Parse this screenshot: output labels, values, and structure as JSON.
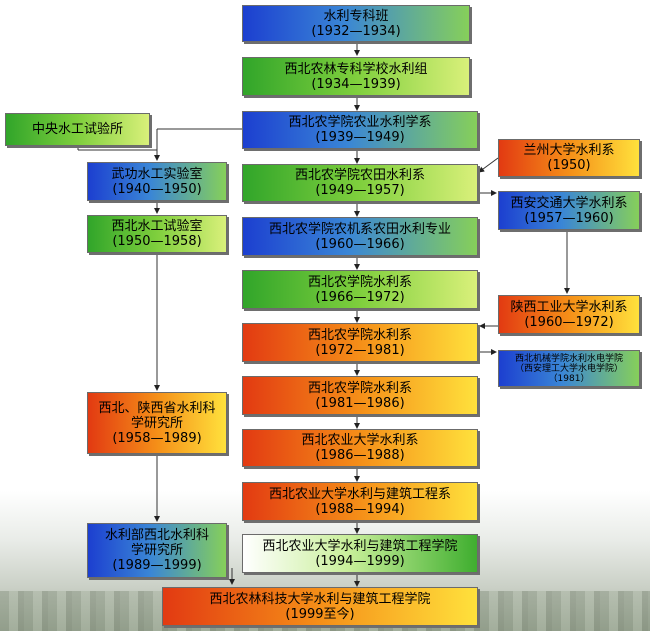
{
  "nodes": {
    "shuili_zhuanke": {
      "name": "水利专科班",
      "dates": "(1932—1934)",
      "color": "blue"
    },
    "nonglin_zhuanke": {
      "name": "西北农林专科学校水利组",
      "dates": "(1934—1939)",
      "color": "green"
    },
    "nongye_shuili_xi": {
      "name": "西北农学院农业水利学系",
      "dates": "(1939—1949)",
      "color": "blue"
    },
    "zhongyang_shuigong": {
      "name": "中央水工试验所",
      "dates": "",
      "color": "green"
    },
    "wugong_shiyanshi": {
      "name": "武功水工实验室",
      "dates": "(1940—1950)",
      "color": "blue"
    },
    "nongtian_shuili_xi": {
      "name": "西北农学院农田水利系",
      "dates": "(1949—1957)",
      "color": "green"
    },
    "lanzhou_daxue": {
      "name": "兰州大学水利系",
      "dates": "(1950)",
      "color": "orange"
    },
    "xian_jiaotong": {
      "name": "西安交通大学水利系",
      "dates": "(1957—1960)",
      "color": "blue"
    },
    "xibei_shuigong": {
      "name": "西北水工试验室",
      "dates": "(1950—1958)",
      "color": "green"
    },
    "nongjixi_zhuanye": {
      "name": "西北农学院农机系农田水利专业",
      "dates": "(1960—1966)",
      "color": "blue"
    },
    "shuili_xi_1966": {
      "name": "西北农学院水利系",
      "dates": "(1966—1972)",
      "color": "green"
    },
    "shaanxi_gongye": {
      "name": "陕西工业大学水利系",
      "dates": "(1960—1972)",
      "color": "orange"
    },
    "shuili_xi_1972": {
      "name": "西北农学院水利系",
      "dates": "(1972—1981)",
      "color": "orange"
    },
    "jixie_xueyuan": {
      "name": "西北机械学院水利水电学院",
      "name2": "（西安理工大学水电学院）",
      "dates": "（1981）",
      "color": "blue"
    },
    "shuili_xi_1981": {
      "name": "西北农学院水利系",
      "dates": "(1981—1986)",
      "color": "orange"
    },
    "shengshuikesuo": {
      "name": "西北、陕西省水利科",
      "name2": "学研究所",
      "dates": "(1958—1989)",
      "color": "orange"
    },
    "daxue_shuili_xi": {
      "name": "西北农业大学水利系",
      "dates": "(1986—1988)",
      "color": "orange"
    },
    "jianzhu_gongcheng_xi": {
      "name": "西北农业大学水利与建筑工程系",
      "dates": "(1988—1994)",
      "color": "orange"
    },
    "jianzhu_gongcheng_xueyuan": {
      "name": "西北农业大学水利与建筑工程学院",
      "dates": "(1994—1999)",
      "color": "green2"
    },
    "bu_xibei_kesuo": {
      "name": "水利部西北水利科",
      "name2": "学研究所",
      "dates": "(1989—1999)",
      "color": "blue"
    },
    "final": {
      "name": "西北农林科技大学水利与建筑工程学院",
      "dates": "(1999至今)",
      "color": "orange"
    }
  }
}
